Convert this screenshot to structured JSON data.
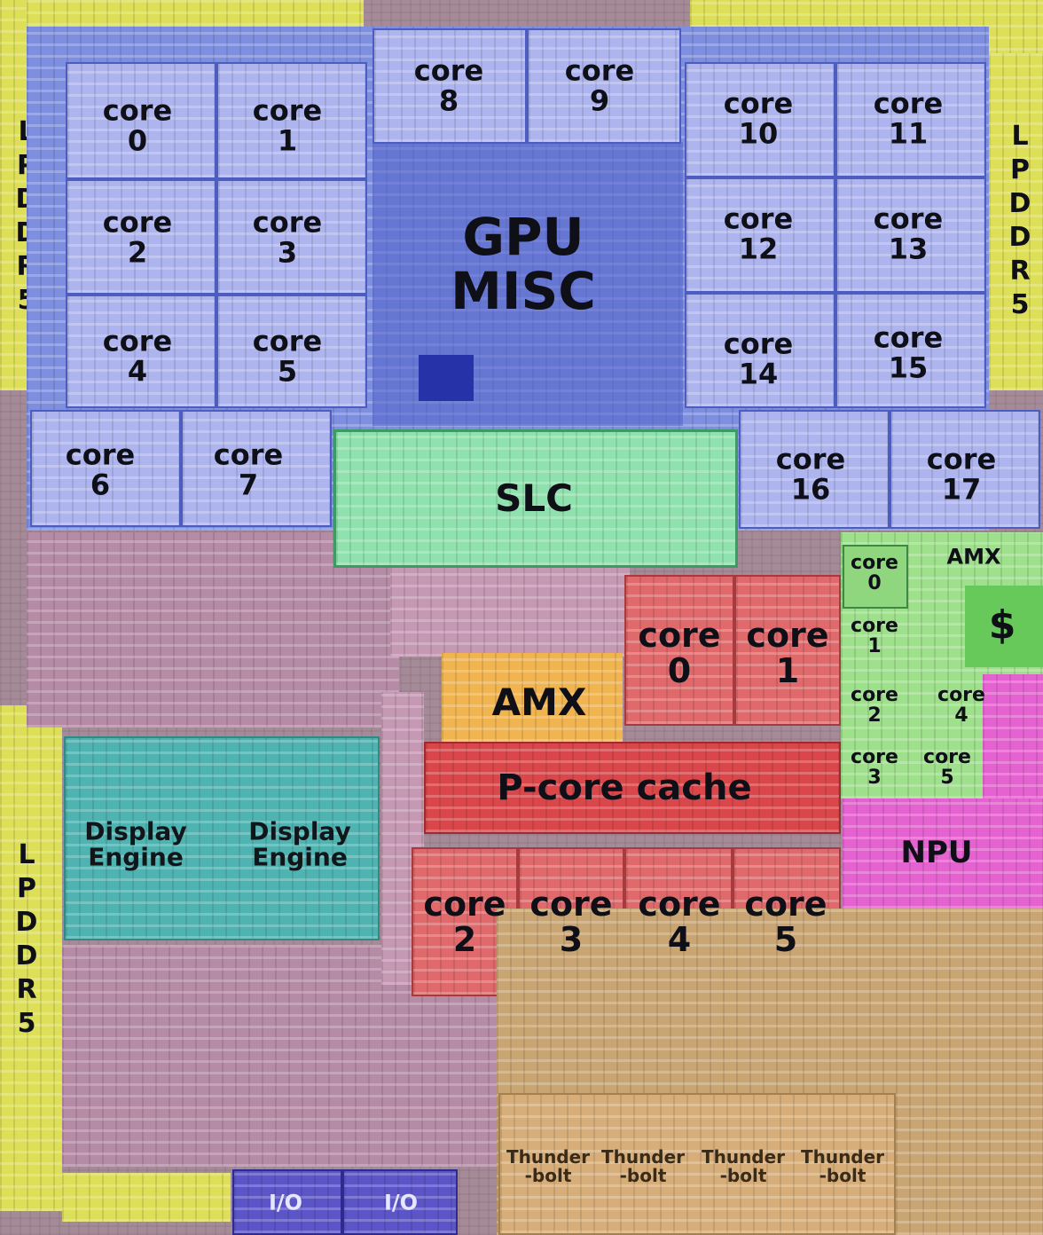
{
  "regions": {
    "lpddr5_top_left": "LPDDR5",
    "lpddr5_top_right": "LPDDR5",
    "lpddr5_bottom_left": "LPDDR5",
    "gpu": [
      "GPU",
      "MISC"
    ],
    "slc": "SLC",
    "amx_p": "AMX",
    "p_core_cache": "P-core cache",
    "amx_e": "AMX",
    "e_cache": "$",
    "npu": "NPU",
    "display_engine_1": [
      "Display",
      "Engine"
    ],
    "display_engine_2": [
      "Display",
      "Engine"
    ],
    "thunderbolt": [
      [
        "Thunder",
        "-bolt"
      ],
      [
        "Thunder",
        "-bolt"
      ],
      [
        "Thunder",
        "-bolt"
      ],
      [
        "Thunder",
        "-bolt"
      ]
    ],
    "io": [
      "I/O",
      "I/O"
    ]
  },
  "gpu_cores": [
    [
      "core",
      "0"
    ],
    [
      "core",
      "1"
    ],
    [
      "core",
      "2"
    ],
    [
      "core",
      "3"
    ],
    [
      "core",
      "4"
    ],
    [
      "core",
      "5"
    ],
    [
      "core",
      "6"
    ],
    [
      "core",
      "7"
    ],
    [
      "core",
      "8"
    ],
    [
      "core",
      "9"
    ],
    [
      "core",
      "10"
    ],
    [
      "core",
      "11"
    ],
    [
      "core",
      "12"
    ],
    [
      "core",
      "13"
    ],
    [
      "core",
      "14"
    ],
    [
      "core",
      "15"
    ],
    [
      "core",
      "16"
    ],
    [
      "core",
      "17"
    ]
  ],
  "p_cores": [
    [
      "core",
      "0"
    ],
    [
      "core",
      "1"
    ],
    [
      "core",
      "2"
    ],
    [
      "core",
      "3"
    ],
    [
      "core",
      "4"
    ],
    [
      "core",
      "5"
    ]
  ],
  "e_cores": [
    [
      "core",
      "0"
    ],
    [
      "core",
      "1"
    ],
    [
      "core",
      "2"
    ],
    [
      "core",
      "4"
    ],
    [
      "core",
      "3"
    ],
    [
      "core",
      "5"
    ]
  ],
  "colors": {
    "gpu": "#7f8fe0",
    "lpddr5": "#dcdf57",
    "slc": "#8fe1ad",
    "p_cluster": "#e0696b",
    "amx_p": "#f0b450",
    "e_cluster": "#9fe08c",
    "npu": "#e463d0",
    "display": "#4fb3b1",
    "thunderbolt": "#d7ae79",
    "io": "#5b55c8",
    "misc_logic": "#b58ba6"
  }
}
